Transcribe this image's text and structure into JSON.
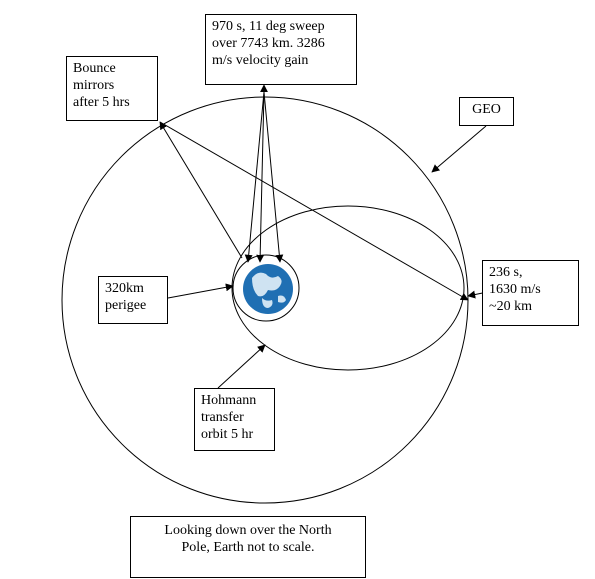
{
  "labels": {
    "burn_top": "970 s, 11 deg sweep\nover 7743 km. 3286\nm/s velocity gain",
    "bounce": "Bounce\nmirrors\nafter 5 hrs",
    "geo": "GEO",
    "burn_right": "236 s,\n1630 m/s\n~20 km",
    "perigee": "320km\nperigee",
    "hohmann": "Hohmann\ntransfer\norbit 5 hr",
    "note": "Looking down over the North\nPole, Earth not to scale."
  },
  "colors": {
    "line": "#000000",
    "earth_ocean": "#1f6fb3",
    "earth_land": "#cfe3f2"
  }
}
